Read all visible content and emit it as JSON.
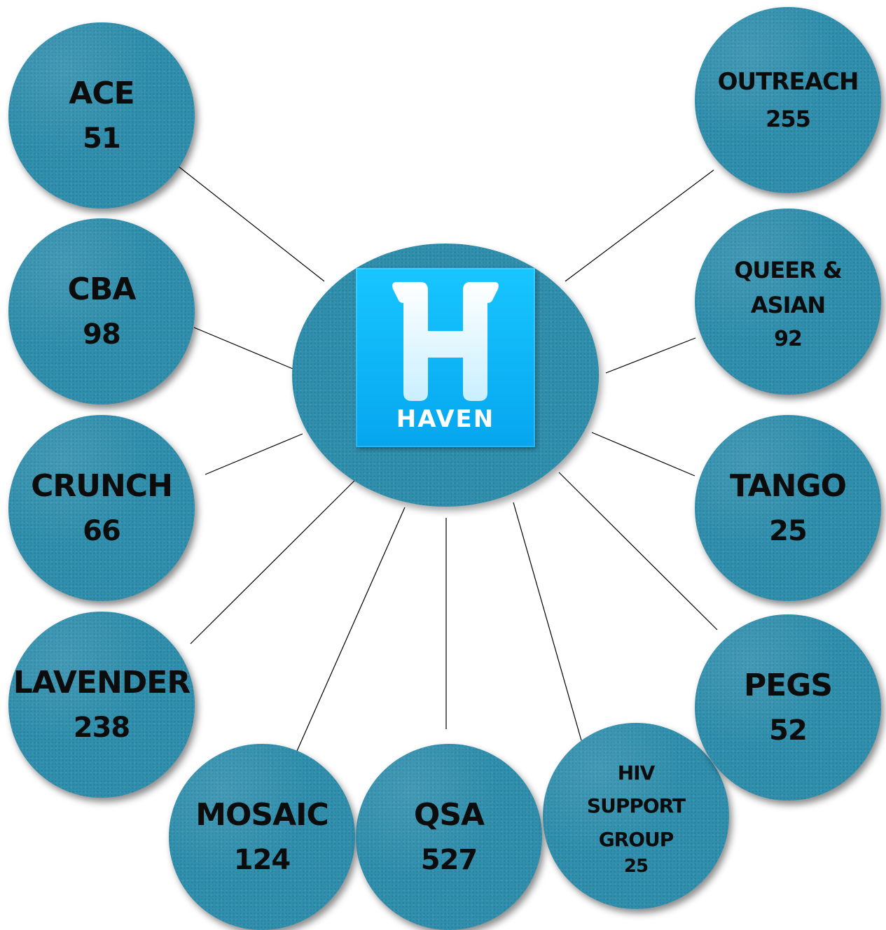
{
  "hub": {
    "logo_letter": "H",
    "logo_text": "HAVEN"
  },
  "groups": [
    {
      "id": "ace",
      "name": "ACE",
      "count": "51"
    },
    {
      "id": "cba",
      "name": "CBA",
      "count": "98"
    },
    {
      "id": "crunch",
      "name": "CRUNCH",
      "count": "66"
    },
    {
      "id": "lavender",
      "name": "LAVENDER",
      "count": "238"
    },
    {
      "id": "mosaic",
      "name": "MOSAIC",
      "count": "124"
    },
    {
      "id": "qsa",
      "name": "QSA",
      "count": "527"
    },
    {
      "id": "hiv",
      "name": "HIV SUPPORT GROUP",
      "name_lines": [
        "HIV",
        "SUPPORT",
        "GROUP"
      ],
      "count": "25"
    },
    {
      "id": "pegs",
      "name": "PEGS",
      "count": "52"
    },
    {
      "id": "tango",
      "name": "TANGO",
      "count": "25"
    },
    {
      "id": "queer-asian",
      "name": "QUEER & ASIAN",
      "name_lines": [
        "QUEER &",
        "ASIAN"
      ],
      "count": "92"
    },
    {
      "id": "outreach",
      "name": "OUTREACH",
      "count": "255"
    }
  ],
  "colors": {
    "bubble": "#2f8fad",
    "logo": "#0aaef5",
    "text": "#0c0c0c",
    "link": "#000000"
  }
}
